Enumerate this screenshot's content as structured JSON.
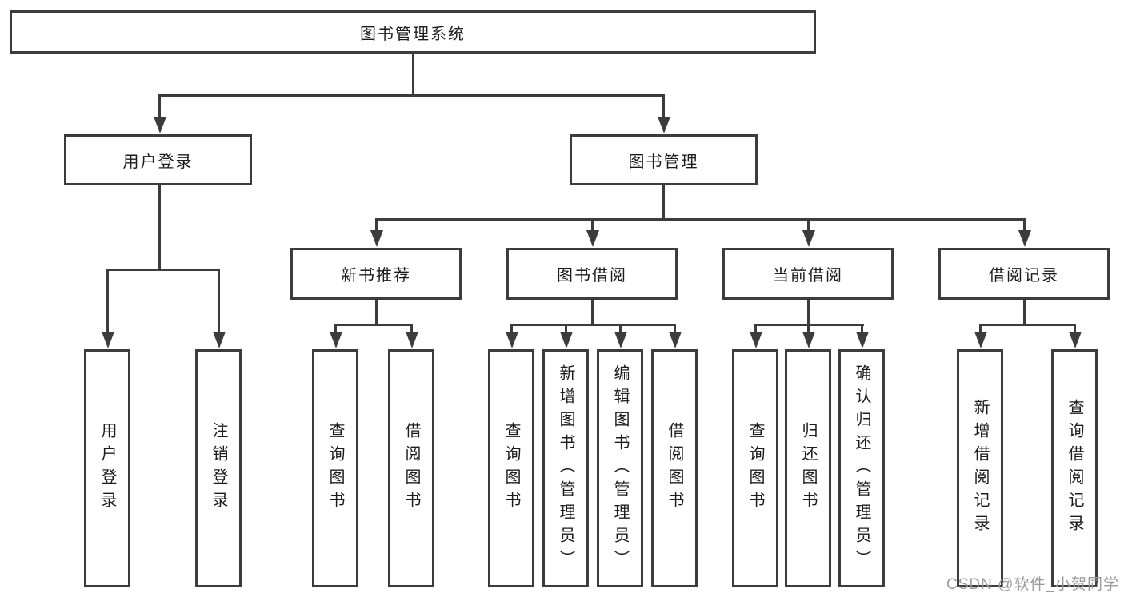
{
  "colors": {
    "background": "#ffffff",
    "line": "#3c3c3c",
    "box_border": "#3c3c3c",
    "text": "#1c1c1c",
    "watermark": "#9b9b9b"
  },
  "watermark": {
    "text": "CSDN @软件_小贺同学"
  },
  "tree": {
    "root": {
      "label": "图书管理系统"
    },
    "level2": [
      {
        "label": "用户登录",
        "parent": "图书管理系统"
      },
      {
        "label": "图书管理",
        "parent": "图书管理系统"
      }
    ],
    "level3": [
      {
        "label": "新书推荐",
        "parent": "图书管理"
      },
      {
        "label": "图书借阅",
        "parent": "图书管理"
      },
      {
        "label": "当前借阅",
        "parent": "图书管理"
      },
      {
        "label": "借阅记录",
        "parent": "图书管理"
      }
    ],
    "leaves": [
      {
        "label": "用户登录",
        "parent": "用户登录"
      },
      {
        "label": "注销登录",
        "parent": "用户登录"
      },
      {
        "label": "查询图书",
        "parent": "新书推荐"
      },
      {
        "label": "借阅图书",
        "parent": "新书推荐"
      },
      {
        "label": "查询图书",
        "parent": "图书借阅"
      },
      {
        "label": "新增图书（管理员）",
        "parent": "图书借阅"
      },
      {
        "label": "编辑图书（管理员）",
        "parent": "图书借阅"
      },
      {
        "label": "借阅图书",
        "parent": "图书借阅"
      },
      {
        "label": "查询图书",
        "parent": "当前借阅"
      },
      {
        "label": "归还图书",
        "parent": "当前借阅"
      },
      {
        "label": "确认归还（管理员）",
        "parent": "当前借阅"
      },
      {
        "label": "新增借阅记录",
        "parent": "借阅记录"
      },
      {
        "label": "查询借阅记录",
        "parent": "借阅记录"
      }
    ]
  }
}
